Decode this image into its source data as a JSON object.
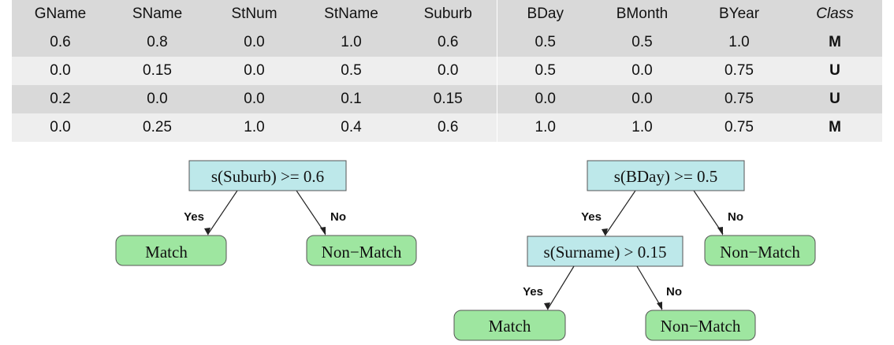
{
  "table": {
    "headers": [
      "GName",
      "SName",
      "StNum",
      "StName",
      "Suburb",
      "BDay",
      "BMonth",
      "BYear",
      "Class"
    ],
    "rows": [
      [
        "0.6",
        "0.8",
        "0.0",
        "1.0",
        "0.6",
        "0.5",
        "0.5",
        "1.0",
        "M"
      ],
      [
        "0.0",
        "0.15",
        "0.0",
        "0.5",
        "0.0",
        "0.5",
        "0.0",
        "0.75",
        "U"
      ],
      [
        "0.2",
        "0.0",
        "0.0",
        "0.1",
        "0.15",
        "0.0",
        "0.0",
        "0.75",
        "U"
      ],
      [
        "0.0",
        "0.25",
        "1.0",
        "0.4",
        "0.6",
        "1.0",
        "1.0",
        "0.75",
        "M"
      ]
    ]
  },
  "tree_left": {
    "root": "s(Suburb) >= 0.6",
    "yes_label": "Yes",
    "no_label": "No",
    "yes_leaf": "Match",
    "no_leaf": "Non−Match"
  },
  "tree_right": {
    "root": "s(BDay) >= 0.5",
    "yes_label": "Yes",
    "no_label": "No",
    "inner": "s(Surname) > 0.15",
    "inner_yes_label": "Yes",
    "inner_no_label": "No",
    "inner_yes_leaf": "Match",
    "inner_no_leaf": "Non−Match",
    "no_leaf": "Non−Match"
  },
  "colors": {
    "decision_fill": "#bde8ea",
    "leaf_fill": "#9ee6a0",
    "header_fill": "#d9d9d9",
    "row_alt_fill": "#eeeeee"
  }
}
